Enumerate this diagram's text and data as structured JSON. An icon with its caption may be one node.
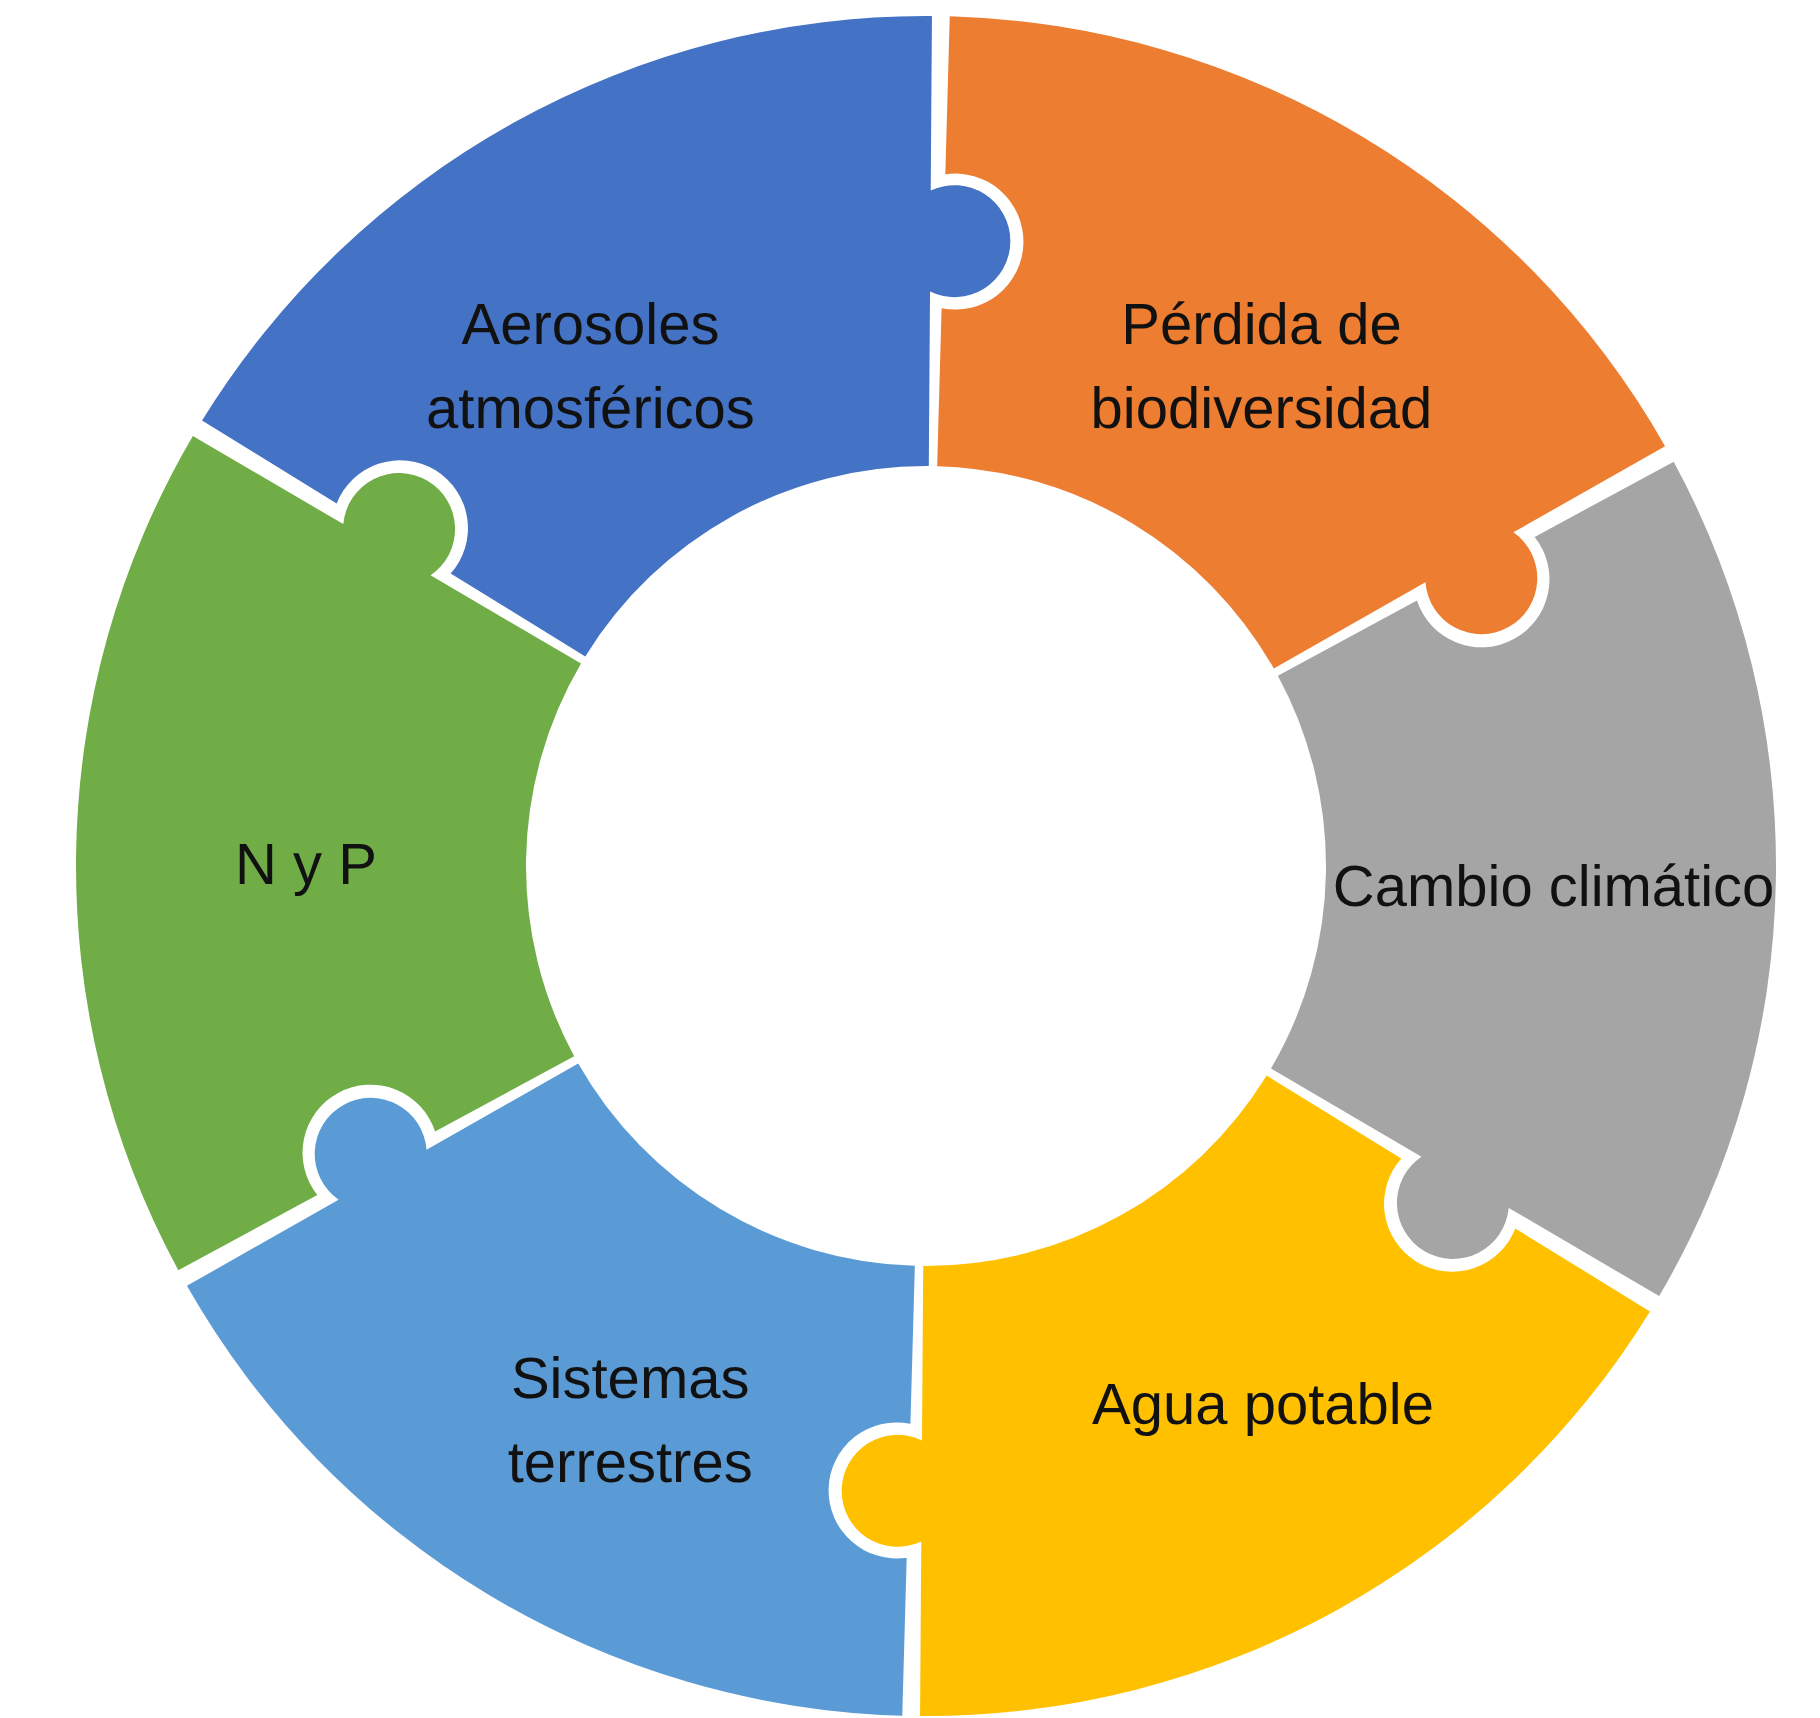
{
  "diagram": {
    "nodes": [
      {
        "text": [
          "Aerosoles atmosféricos"
        ]
      },
      {
        "text": [
          "Pérdida de biodiversidad"
        ]
      },
      {
        "text": [
          "Cambio climático"
        ]
      },
      {
        "text": [
          "Agua potable"
        ]
      },
      {
        "text": [
          "Sistemas terrestres"
        ]
      },
      {
        "text": [
          "N y P"
        ]
      }
    ]
  }
}
